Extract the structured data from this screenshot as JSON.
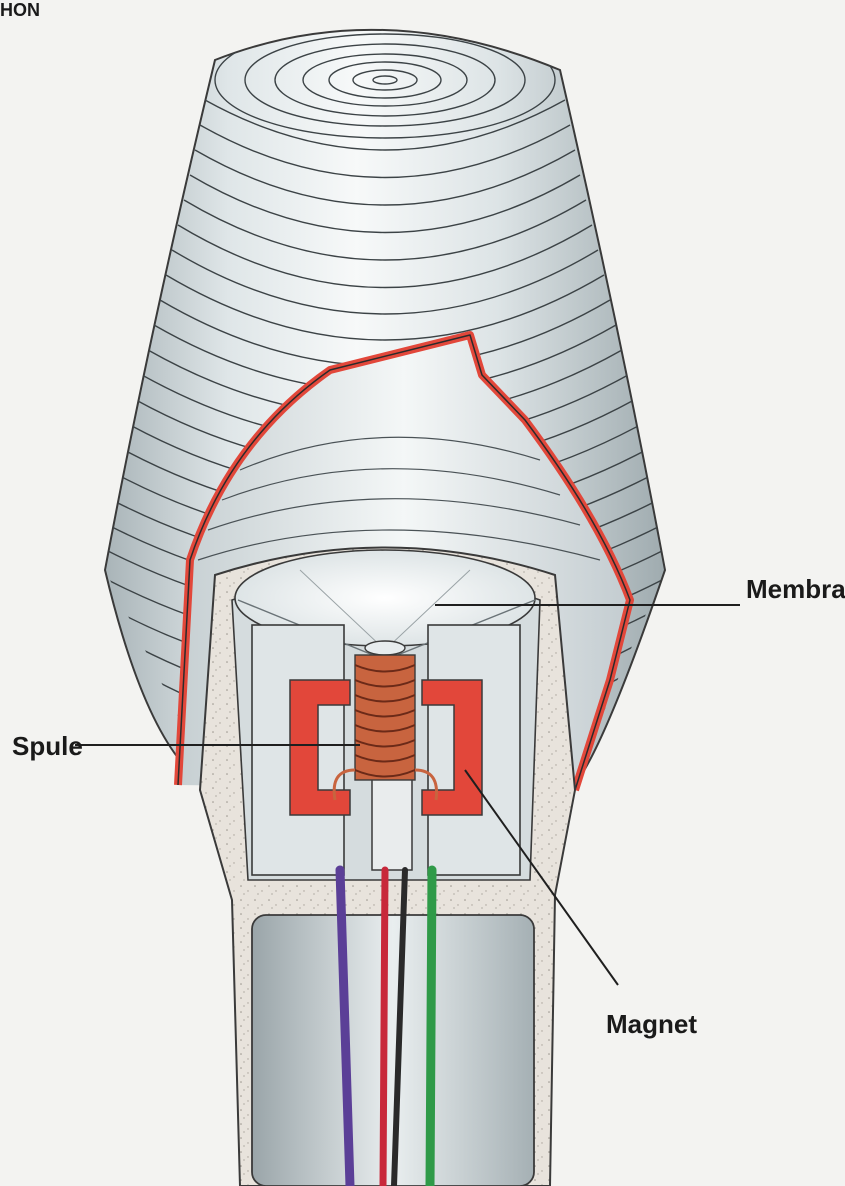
{
  "header": {
    "corner_text": "HON"
  },
  "labels": {
    "membran": "Membran",
    "spule": "Spule",
    "magnet": "Magnet"
  },
  "colors": {
    "background": "#f3f3f1",
    "shell_light": "#eef1f2",
    "shell_dark": "#b9c3c6",
    "cut_edge_red": "#e2473a",
    "coil_copper": "#c8643f",
    "housing_speckle": "#e6e2dc",
    "wire_purple": "#5b3f97",
    "wire_red": "#c8283a",
    "wire_green": "#2f9a48",
    "wire_dark": "#2a2a2a"
  }
}
